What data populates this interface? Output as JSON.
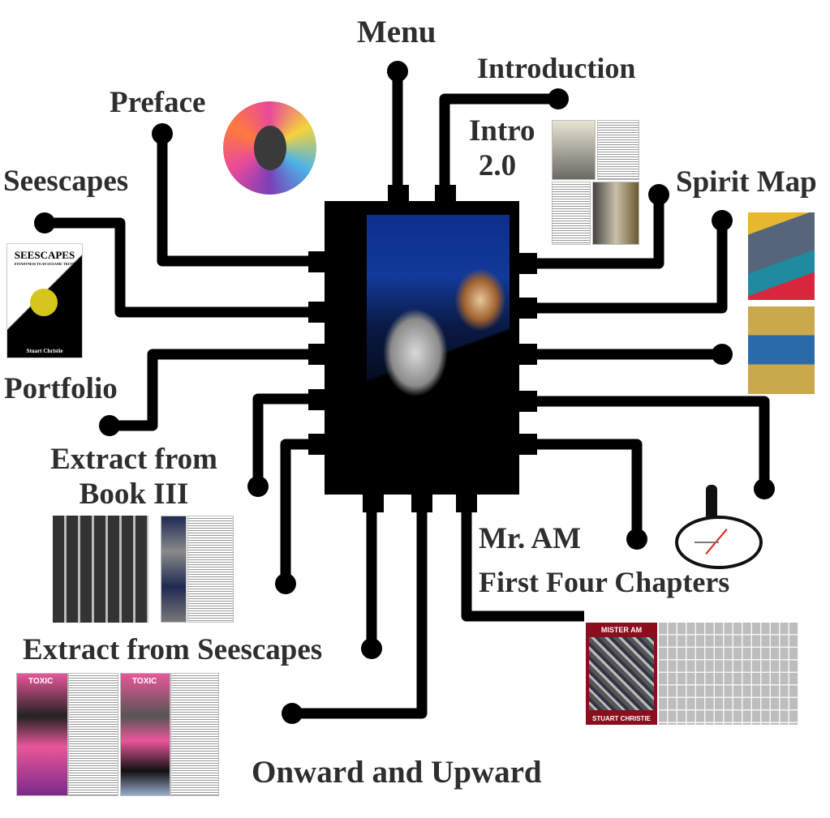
{
  "labels": {
    "menu": "Menu",
    "introduction": "Introduction",
    "preface": "Preface",
    "intro2_line1": "Intro",
    "intro2_line2": "2.0",
    "seescapes": "Seescapes",
    "spirit_map": "Spirit Map",
    "portfolio": "Portfolio",
    "extract_book3_line1": "Extract from",
    "extract_book3_line2": "Book III",
    "mr_am": "Mr. AM",
    "first_four": "First Four Chapters",
    "extract_seescapes": "Extract from Seescapes",
    "onward": "Onward and Upward"
  },
  "covers": {
    "seescapes_title": "SEESCAPES",
    "seescapes_subtitle": "EYEWITNESS TO AN OCEANIC TRUTH",
    "seescapes_author": "Stuart Christie",
    "mister_am_title": "MISTER AM",
    "mister_am_author": "STUART CHRISTIE",
    "toxic": "TOXIC"
  },
  "colors": {
    "trace": "#000000",
    "label": "#2e2e2e",
    "mister_am_red": "#8b0d1e"
  }
}
